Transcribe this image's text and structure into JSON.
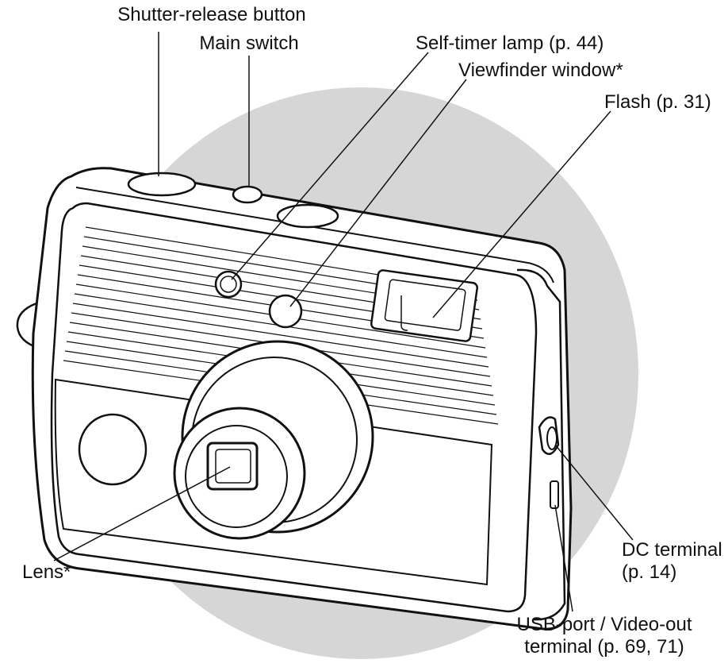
{
  "labels": {
    "shutter_release": "Shutter-release button",
    "main_switch": "Main switch",
    "self_timer": "Self-timer lamp (p. 44)",
    "viewfinder": "Viewfinder window*",
    "flash": "Flash (p. 31)",
    "lens": "Lens*",
    "dc_terminal_line1": "DC terminal",
    "dc_terminal_line2": "(p. 14)",
    "usb_line1": "USB-port / Video-out",
    "usb_line2": "terminal (p. 69, 71)"
  },
  "colors": {
    "backdrop": "#d6d6d6",
    "outline": "#111111",
    "body": "#ffffff"
  }
}
